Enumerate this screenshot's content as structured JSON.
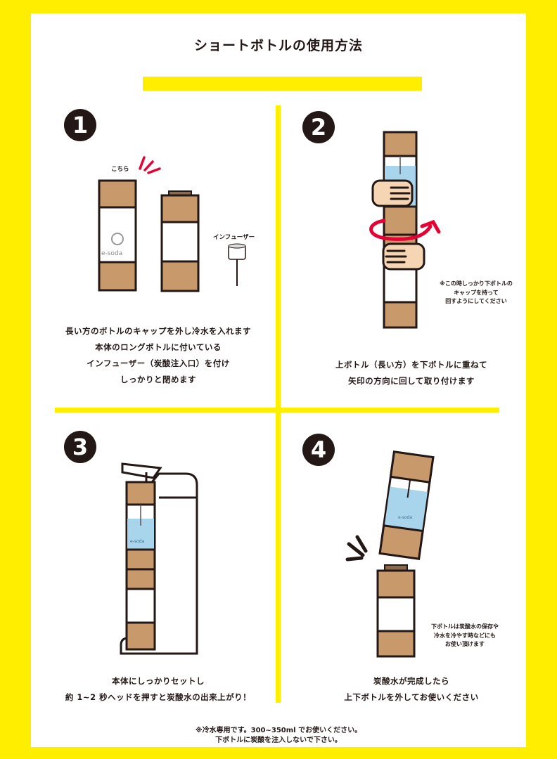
{
  "title": "ショートボトルの使用方法",
  "colors": {
    "frame_yellow": "#ffee00",
    "bottle_brown": "#c8996b",
    "outline": "#231815",
    "water_blue": "#a8d4ec",
    "accent_red": "#e60033",
    "skin": "#f5d5b4"
  },
  "steps": [
    {
      "number": "1",
      "labels": {
        "pointer": "こちら",
        "infuser": "インフューザー",
        "brand": "e-soda"
      },
      "caption": [
        "長い方のボトルのキャップを外し冷水を入れます",
        "本体のロングボトルに付いている",
        "インフューザー（炭酸注入口）を付け",
        "しっかりと閉めます"
      ]
    },
    {
      "number": "2",
      "note": [
        "※この時しっかり下ボトルの",
        "キャップを持って",
        "回すようにしてください"
      ],
      "caption": [
        "上ボトル（長い方）を下ボトルに重ねて",
        "矢印の方向に回して取り付けます"
      ]
    },
    {
      "number": "3",
      "labels": {
        "brand": "e-soda"
      },
      "caption": [
        "本体にしっかりセットし",
        "約 1~2 秒ヘッドを押すと炭酸水の出来上がり！"
      ]
    },
    {
      "number": "4",
      "labels": {
        "brand": "e-soda"
      },
      "note": [
        "下ボトルは炭酸水の保存や",
        "冷水を冷やす時などにも",
        "お使い頂けます"
      ],
      "caption": [
        "炭酸水が完成したら",
        "上下ボトルを外してお使いください"
      ]
    }
  ],
  "footer": [
    "※冷水専用です。300~350ml でお使いください。",
    "下ボトルに炭酸を注入しないで下さい。"
  ]
}
